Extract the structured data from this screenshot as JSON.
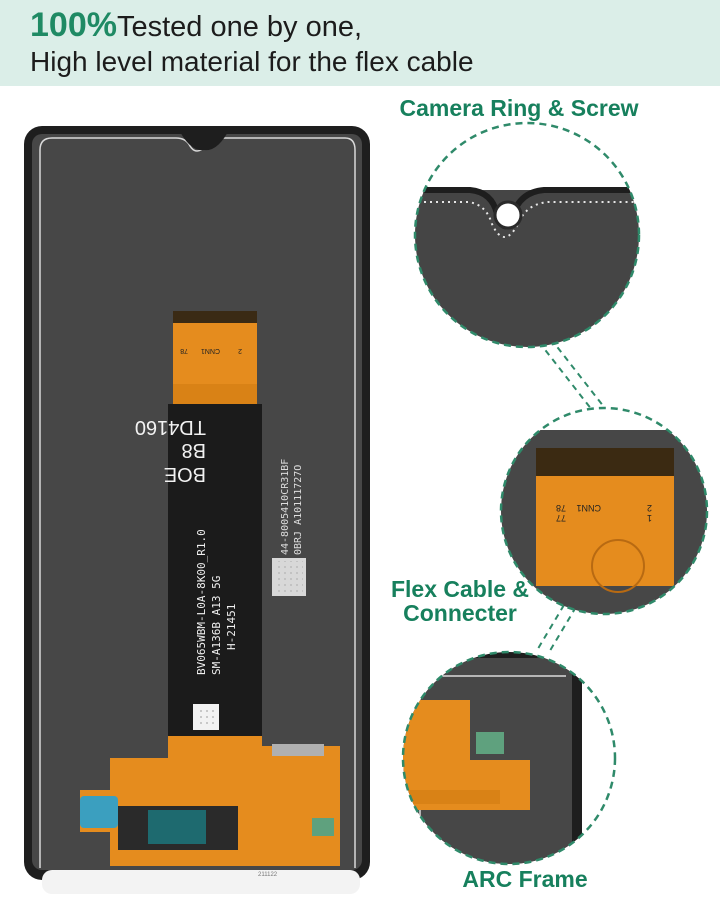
{
  "banner": {
    "highlight": "100%",
    "line1_rest": "Tested one by one,",
    "line2": "High level material for the flex cable"
  },
  "callouts": {
    "camera": "Camera Ring & Screw",
    "flex_line1": "Flex Cable &",
    "flex_line2": "Connecter",
    "arc": "ARC Frame"
  },
  "flex_cable_print": {
    "vendor": "BOE",
    "code_b8": "B8",
    "ic": "TD4160",
    "part": "BV065WBM-L0A-8K00_R1.0",
    "model": "SM-A136B A13 5G",
    "rev": "H-21451",
    "serial_1": "44-8005410CR31BF",
    "serial_2": "0BRJ A10111727O",
    "connector_mark": "CNN1",
    "pin_left": "78",
    "pin_left_2": "77",
    "pin_right": "2",
    "pin_right_2": "1",
    "bottom_code": "211122"
  },
  "colors": {
    "banner_bg": "#dbeee8",
    "accent_green": "#1f8a64",
    "label_green": "#17805d",
    "screen": "#474747",
    "frame": "#1e1e1e",
    "flex_orange": "#e58c1e",
    "flex_black": "#1b1b1b"
  }
}
